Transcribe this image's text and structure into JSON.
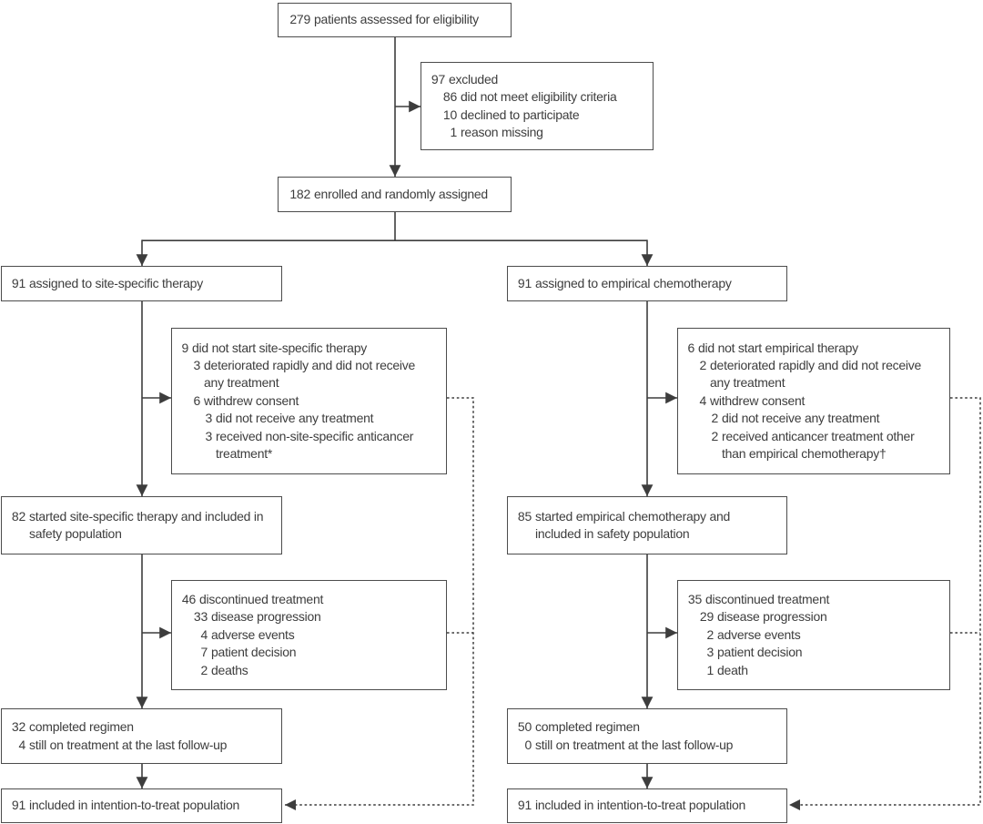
{
  "diagram": {
    "type": "consort-trial-profile-flowchart",
    "colors": {
      "bg": "#ffffff",
      "border": "#4c4c4c",
      "text": "#3d3d3d",
      "line": "#3d3d3d"
    },
    "boxes": {
      "eligibility": {
        "lines": [
          {
            "num": "279",
            "text": "patients assessed for eligibility",
            "indent": 0
          }
        ]
      },
      "excluded": {
        "lines": [
          {
            "num": "97",
            "text": "excluded",
            "indent": 0
          },
          {
            "num": "86",
            "text": "did not meet eligibility criteria",
            "indent": 1
          },
          {
            "num": "10",
            "text": "declined to participate",
            "indent": 1
          },
          {
            "num": "1",
            "text": "reason missing",
            "indent": 1
          }
        ]
      },
      "enrolled": {
        "lines": [
          {
            "num": "182",
            "text": "enrolled and randomly assigned",
            "indent": 0
          }
        ]
      },
      "left_assigned": {
        "lines": [
          {
            "num": "91",
            "text": "assigned to site-specific therapy",
            "indent": 0
          }
        ]
      },
      "left_not_started": {
        "lines": [
          {
            "num": "9",
            "text": "did not start site-specific therapy",
            "indent": 0
          },
          {
            "num": "3",
            "text": "deteriorated rapidly and did not receive",
            "indent": 1
          },
          {
            "num": "",
            "text": "any treatment",
            "indent": 1,
            "continuation": true
          },
          {
            "num": "6",
            "text": "withdrew consent",
            "indent": 1
          },
          {
            "num": "3",
            "text": "did not receive any treatment",
            "indent": 2
          },
          {
            "num": "3",
            "text": "received non-site-specific anticancer",
            "indent": 2
          },
          {
            "num": "",
            "text": "treatment*",
            "indent": 2,
            "continuation": true
          }
        ]
      },
      "left_started": {
        "lines": [
          {
            "num": "82",
            "text": "started site-specific therapy and included in",
            "indent": 0
          },
          {
            "num": "",
            "text": "safety population",
            "indent": 0,
            "continuation": true
          }
        ]
      },
      "left_discontinued": {
        "lines": [
          {
            "num": "46",
            "text": "discontinued treatment",
            "indent": 0
          },
          {
            "num": "33",
            "text": "disease progression",
            "indent": 1
          },
          {
            "num": "4",
            "text": "adverse events",
            "indent": 1
          },
          {
            "num": "7",
            "text": "patient decision",
            "indent": 1
          },
          {
            "num": "2",
            "text": "deaths",
            "indent": 1
          }
        ]
      },
      "left_completed": {
        "lines": [
          {
            "num": "32",
            "text": "completed regimen",
            "indent": 0
          },
          {
            "num": "4",
            "text": "still on treatment at the last follow-up",
            "indent": 0
          }
        ]
      },
      "left_itt": {
        "lines": [
          {
            "num": "91",
            "text": "included in intention-to-treat population",
            "indent": 0
          }
        ]
      },
      "right_assigned": {
        "lines": [
          {
            "num": "91",
            "text": "assigned to empirical chemotherapy",
            "indent": 0
          }
        ]
      },
      "right_not_started": {
        "lines": [
          {
            "num": "6",
            "text": "did not start empirical therapy",
            "indent": 0
          },
          {
            "num": "2",
            "text": "deteriorated rapidly and did not receive",
            "indent": 1
          },
          {
            "num": "",
            "text": "any treatment",
            "indent": 1,
            "continuation": true
          },
          {
            "num": "4",
            "text": "withdrew consent",
            "indent": 1
          },
          {
            "num": "2",
            "text": "did not receive any treatment",
            "indent": 2
          },
          {
            "num": "2",
            "text": "received anticancer treatment other",
            "indent": 2
          },
          {
            "num": "",
            "text": "than empirical chemotherapy†",
            "indent": 2,
            "continuation": true
          }
        ]
      },
      "right_started": {
        "lines": [
          {
            "num": "85",
            "text": "started empirical chemotherapy and",
            "indent": 0
          },
          {
            "num": "",
            "text": "included in safety population",
            "indent": 0,
            "continuation": true
          }
        ]
      },
      "right_discontinued": {
        "lines": [
          {
            "num": "35",
            "text": "discontinued treatment",
            "indent": 0
          },
          {
            "num": "29",
            "text": "disease progression",
            "indent": 1
          },
          {
            "num": "2",
            "text": "adverse events",
            "indent": 1
          },
          {
            "num": "3",
            "text": "patient decision",
            "indent": 1
          },
          {
            "num": "1",
            "text": "death",
            "indent": 1
          }
        ]
      },
      "right_completed": {
        "lines": [
          {
            "num": "50",
            "text": "completed regimen",
            "indent": 0
          },
          {
            "num": "0",
            "text": "still on treatment at the last follow-up",
            "indent": 0
          }
        ]
      },
      "right_itt": {
        "lines": [
          {
            "num": "91",
            "text": "included in intention-to-treat population",
            "indent": 0
          }
        ]
      }
    }
  }
}
